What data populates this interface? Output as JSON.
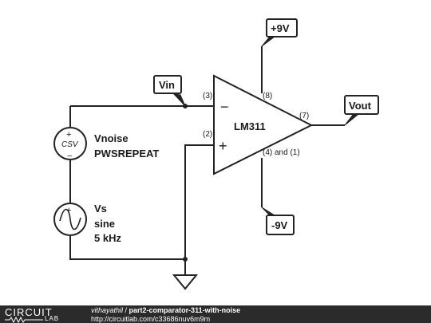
{
  "schematic": {
    "labels": {
      "vin": "Vin",
      "vout": "Vout",
      "pos_supply": "+9V",
      "neg_supply": "-9V",
      "opamp": "LM311",
      "pin_inv": "(3)",
      "pin_noninv": "(2)",
      "pin_vcc": "(8)",
      "pin_out": "(7)",
      "pin_gnd": "(4) and (1)",
      "minus_sign": "−",
      "plus_sign": "+",
      "noise_source_icon_text": "CSV",
      "noise_name": "Vnoise",
      "noise_type": "PWSREPEAT",
      "sine_name": "Vs",
      "sine_type": "sine",
      "sine_freq": "5 kHz",
      "src_plus": "+",
      "src_minus": "−"
    }
  },
  "footer": {
    "logo_top": "CIRCUIT",
    "logo_bottom": "LAB",
    "author": "vithayathil",
    "separator": " / ",
    "title": "part2-comparator-311-with-noise",
    "url": "http://circuitlab.com/c33686nuv6m9m"
  }
}
